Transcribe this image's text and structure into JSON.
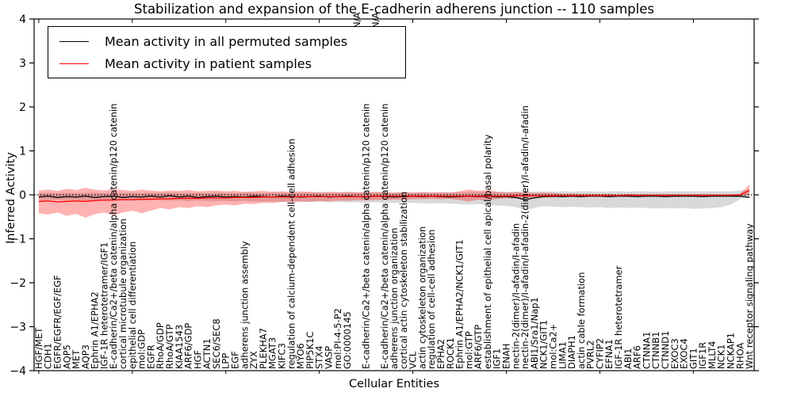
{
  "title": "Stabilization and expansion of the E-cadherin adherens junction -- 110 samples",
  "axes": {
    "ylabel": "Inferred Activity",
    "xlabel": "Cellular Entities"
  },
  "legend": {
    "items": [
      {
        "label": "Mean activity in all permuted samples",
        "color": "#000000"
      },
      {
        "label": "Mean activity in patient samples",
        "color": "#ff0000"
      }
    ]
  },
  "top_annotations": [
    {
      "text": "N/A",
      "index": 34
    },
    {
      "text": "N/A",
      "index": 36
    }
  ],
  "chart_data": {
    "type": "line",
    "title": "Stabilization and expansion of the E-cadherin adherens junction -- 110 samples",
    "xlabel": "Cellular Entities",
    "ylabel": "Inferred Activity",
    "ylim": [
      -4,
      4
    ],
    "yticks": [
      4,
      3,
      2,
      1,
      0,
      -1,
      -2,
      -3,
      -4
    ],
    "x_tick_indices": [
      0,
      10,
      20,
      30,
      40,
      50,
      60,
      70
    ],
    "grid": false,
    "legend_position": "upper left",
    "zero_line": 0,
    "categories": [
      "HGF/MET",
      "CDH1",
      "EGFR/EGFR/EGF/EGF",
      "AQP5",
      "MET",
      "AQP3",
      "Ephrin A1/EPHA2",
      "IGF-1R heterotetramer/IGF1",
      "E-cadherin/Ca2+/beta catenin/alpha catenin/p120 catenin",
      "cortical microtubule organization",
      "epithelial cell differentiation",
      "mol:GDP",
      "EGFR",
      "RhoA/GDP",
      "RhoA/GTP",
      "KIAA1543",
      "ARF6/GDP",
      "HGF",
      "ACTN1",
      "SEC6/SEC8",
      "LPP",
      "EGF",
      "adherens junction assembly",
      "ZYX",
      "PLEKHA7",
      "MGAT3",
      "KIFC3",
      "regulation of calcium-dependent cell-cell adhesion",
      "MYO6",
      "PIP5K1C",
      "STX4",
      "VASP",
      "mol:PI-4-5-P2",
      "GO:0000145",
      "N/A",
      "E-cadherin/Ca2+/beta catenin/alpha catenin/p120 catenin",
      "N/A",
      "E-cadherin/Ca2+/beta catenin/alpha catenin/p120 catenin",
      "adherens junction organization",
      "cortical actin cytoskeleton stabilization",
      "VCL",
      "actin cytoskeleton organization",
      "regulation of cell-cell adhesion",
      "EPHA2",
      "ROCK1",
      "Ephrin A1/EPHA2/NCK1/GIT1",
      "mol:GTP",
      "ARF6/GTP",
      "establishment of epithelial cell apical/basal polarity",
      "IGF1",
      "ENAH",
      "nectin-2(dimer)/I-afadin/I-afadin",
      "nectin-2(dimer)/I-afadin/I-afadin-2(dimer)/I-afadin/I-afadin",
      "ABI1/Sra1/Nap1",
      "NCK1/GIT1",
      "mol:Ca2+",
      "LIMA1",
      "DIAPH1",
      "actin cable formation",
      "PVRL2",
      "CYFIP2",
      "EFNA1",
      "IGF-1R heterotetramer",
      "ABI1",
      "ARF6",
      "CTNNA1",
      "CTNNB1",
      "CTNND1",
      "EXOC3",
      "EXOC4",
      "GIT1",
      "IGF1R",
      "MLLT4",
      "NCK1",
      "NCKAP1",
      "RHOA",
      "Wnt receptor signaling pathway"
    ],
    "series": [
      {
        "name": "Mean activity in all permuted samples",
        "color": "#000000",
        "values": [
          -0.05,
          -0.03,
          -0.06,
          -0.04,
          -0.05,
          -0.03,
          -0.06,
          -0.04,
          -0.03,
          -0.06,
          -0.04,
          -0.05,
          -0.03,
          -0.05,
          -0.02,
          -0.05,
          -0.03,
          -0.06,
          -0.04,
          -0.03,
          -0.05,
          -0.04,
          -0.05,
          -0.03,
          -0.04,
          -0.05,
          -0.03,
          -0.04,
          -0.05,
          -0.04,
          -0.03,
          -0.05,
          -0.04,
          -0.03,
          -0.04,
          -0.05,
          -0.03,
          -0.04,
          -0.05,
          -0.04,
          -0.03,
          -0.04,
          -0.03,
          -0.04,
          -0.05,
          -0.04,
          -0.03,
          -0.04,
          -0.03,
          -0.05,
          -0.04,
          -0.06,
          -0.11,
          -0.07,
          -0.04,
          -0.03,
          -0.04,
          -0.03,
          -0.04,
          -0.03,
          -0.03,
          -0.04,
          -0.03,
          -0.03,
          -0.04,
          -0.03,
          -0.03,
          -0.04,
          -0.03,
          -0.03,
          -0.03,
          -0.04,
          -0.03,
          -0.03,
          -0.03,
          -0.03,
          -0.06
        ]
      },
      {
        "name": "Mean activity in patient samples",
        "color": "#ff0000",
        "values": [
          -0.15,
          -0.14,
          -0.16,
          -0.15,
          -0.14,
          -0.15,
          -0.13,
          -0.12,
          -0.12,
          -0.11,
          -0.11,
          -0.1,
          -0.1,
          -0.09,
          -0.09,
          -0.08,
          -0.08,
          -0.08,
          -0.07,
          -0.07,
          -0.07,
          -0.06,
          -0.06,
          -0.06,
          -0.05,
          -0.05,
          -0.05,
          -0.05,
          -0.04,
          -0.04,
          -0.04,
          -0.04,
          -0.04,
          -0.04,
          -0.04,
          -0.04,
          -0.03,
          -0.03,
          -0.03,
          -0.03,
          -0.03,
          -0.03,
          -0.03,
          -0.03,
          -0.03,
          -0.03,
          -0.03,
          -0.03,
          -0.03,
          -0.03,
          -0.03,
          -0.02,
          -0.02,
          -0.02,
          -0.02,
          -0.02,
          -0.02,
          -0.02,
          -0.02,
          -0.02,
          -0.02,
          -0.02,
          -0.02,
          -0.01,
          -0.01,
          -0.01,
          -0.01,
          -0.01,
          -0.01,
          -0.01,
          -0.01,
          -0.01,
          -0.01,
          -0.01,
          -0.01,
          0.0,
          0.1
        ]
      }
    ],
    "bands": [
      {
        "name": "permuted samples range",
        "color": "rgba(128,128,128,0.30)",
        "upper": [
          0.04,
          0.05,
          0.04,
          0.05,
          0.04,
          0.05,
          0.05,
          0.04,
          0.05,
          0.04,
          0.05,
          0.04,
          0.05,
          0.04,
          0.05,
          0.05,
          0.04,
          0.05,
          0.04,
          0.05,
          0.05,
          0.04,
          0.05,
          0.05,
          0.04,
          0.05,
          0.05,
          0.04,
          0.05,
          0.05,
          0.05,
          0.05,
          0.05,
          0.05,
          0.05,
          0.05,
          0.05,
          0.05,
          0.05,
          0.06,
          0.05,
          0.06,
          0.06,
          0.05,
          0.06,
          0.06,
          0.06,
          0.07,
          0.06,
          0.07,
          0.07,
          0.07,
          0.08,
          0.07,
          0.08,
          0.07,
          0.08,
          0.07,
          0.08,
          0.08,
          0.07,
          0.08,
          0.08,
          0.07,
          0.08,
          0.08,
          0.07,
          0.08,
          0.08,
          0.08,
          0.08,
          0.08,
          0.08,
          0.08,
          0.08,
          0.1,
          0.12
        ],
        "lower": [
          -0.11,
          -0.12,
          -0.11,
          -0.12,
          -0.12,
          -0.13,
          -0.12,
          -0.12,
          -0.13,
          -0.12,
          -0.13,
          -0.13,
          -0.12,
          -0.13,
          -0.13,
          -0.13,
          -0.14,
          -0.13,
          -0.14,
          -0.14,
          -0.14,
          -0.15,
          -0.14,
          -0.15,
          -0.15,
          -0.15,
          -0.16,
          -0.15,
          -0.16,
          -0.16,
          -0.16,
          -0.17,
          -0.16,
          -0.17,
          -0.17,
          -0.18,
          -0.17,
          -0.18,
          -0.18,
          -0.19,
          -0.18,
          -0.19,
          -0.2,
          -0.19,
          -0.2,
          -0.21,
          -0.22,
          -0.21,
          -0.23,
          -0.24,
          -0.25,
          -0.28,
          -0.35,
          -0.3,
          -0.26,
          -0.27,
          -0.28,
          -0.27,
          -0.28,
          -0.29,
          -0.28,
          -0.3,
          -0.29,
          -0.3,
          -0.29,
          -0.3,
          -0.31,
          -0.3,
          -0.31,
          -0.3,
          -0.32,
          -0.31,
          -0.3,
          -0.28,
          -0.22,
          -0.1,
          -0.04
        ]
      },
      {
        "name": "patient samples range",
        "color": "rgba(255,0,0,0.30)",
        "upper": [
          0.1,
          0.12,
          0.09,
          0.14,
          0.11,
          0.16,
          0.12,
          0.1,
          0.13,
          0.11,
          0.09,
          0.12,
          0.1,
          0.08,
          0.1,
          0.09,
          0.11,
          0.08,
          0.09,
          0.1,
          0.08,
          0.09,
          0.07,
          0.08,
          0.09,
          0.07,
          0.08,
          0.07,
          0.08,
          0.07,
          0.06,
          0.07,
          0.06,
          0.07,
          0.06,
          0.06,
          0.07,
          0.06,
          0.05,
          0.06,
          0.05,
          0.06,
          0.05,
          0.06,
          0.05,
          0.08,
          0.12,
          0.09,
          0.11,
          0.07,
          0.05,
          0.06,
          0.05,
          0.04,
          0.05,
          0.04,
          0.03,
          0.03,
          0.02,
          0.02,
          0.02,
          0.02,
          0.01,
          0.02,
          0.01,
          0.01,
          0.01,
          0.01,
          0.01,
          0.01,
          0.01,
          0.01,
          0.01,
          0.01,
          0.01,
          0.02,
          0.24
        ],
        "lower": [
          -0.42,
          -0.45,
          -0.4,
          -0.48,
          -0.43,
          -0.52,
          -0.44,
          -0.4,
          -0.46,
          -0.4,
          -0.36,
          -0.42,
          -0.36,
          -0.3,
          -0.33,
          -0.28,
          -0.3,
          -0.26,
          -0.28,
          -0.24,
          -0.22,
          -0.24,
          -0.2,
          -0.21,
          -0.18,
          -0.19,
          -0.16,
          -0.17,
          -0.15,
          -0.16,
          -0.14,
          -0.15,
          -0.13,
          -0.14,
          -0.12,
          -0.13,
          -0.12,
          -0.12,
          -0.11,
          -0.11,
          -0.1,
          -0.1,
          -0.09,
          -0.1,
          -0.09,
          -0.12,
          -0.15,
          -0.11,
          -0.13,
          -0.09,
          -0.08,
          -0.08,
          -0.07,
          -0.07,
          -0.06,
          -0.06,
          -0.05,
          -0.05,
          -0.05,
          -0.04,
          -0.04,
          -0.04,
          -0.04,
          -0.04,
          -0.03,
          -0.03,
          -0.03,
          -0.03,
          -0.03,
          -0.03,
          -0.03,
          -0.03,
          -0.03,
          -0.03,
          -0.03,
          -0.02,
          -0.01
        ]
      }
    ]
  }
}
